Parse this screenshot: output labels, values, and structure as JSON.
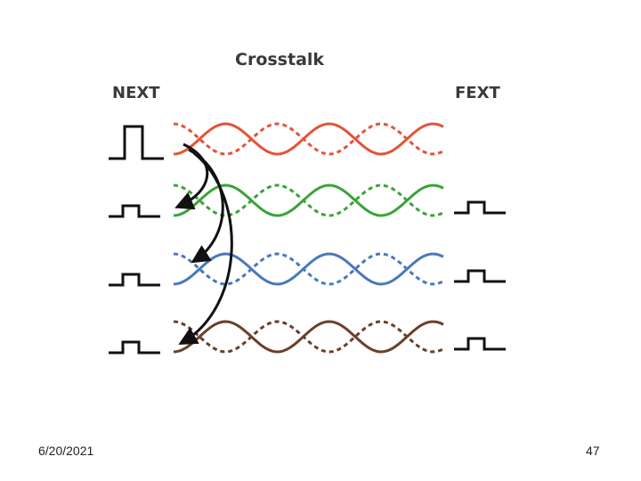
{
  "diagram": {
    "title": "Crosstalk",
    "left_label": "NEXT",
    "right_label": "FEXT"
  },
  "pairs": [
    {
      "name": "pair-red",
      "color": "#e35438",
      "near_pulse": "large",
      "far_pulse": "none"
    },
    {
      "name": "pair-green",
      "color": "#3aa33a",
      "near_pulse": "small",
      "far_pulse": "small"
    },
    {
      "name": "pair-blue",
      "color": "#4a78bd",
      "near_pulse": "small",
      "far_pulse": "small"
    },
    {
      "name": "pair-brown",
      "color": "#6b3f2a",
      "near_pulse": "small",
      "far_pulse": "small"
    }
  ],
  "footer": {
    "date": "6/20/2021",
    "page_number": "47"
  }
}
